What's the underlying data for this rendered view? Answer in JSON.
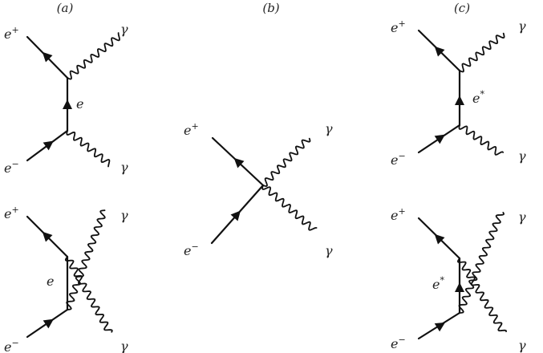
{
  "panels": [
    {
      "id": "a",
      "title": "(a)",
      "diagrams": [
        {
          "label_in_positron": "e",
          "label_in_positron_sup": "+",
          "label_in_electron": "e",
          "label_in_electron_sup": "−",
          "label_photon_top": "γ",
          "label_photon_bottom": "γ",
          "label_internal": "e",
          "label_internal_sup": ""
        },
        {
          "label_in_positron": "e",
          "label_in_positron_sup": "+",
          "label_in_electron": "e",
          "label_in_electron_sup": "−",
          "label_photon_top": "γ",
          "label_photon_bottom": "γ",
          "label_internal": "e",
          "label_internal_sup": ""
        }
      ]
    },
    {
      "id": "b",
      "title": "(b)",
      "diagrams": [
        {
          "label_in_positron": "e",
          "label_in_positron_sup": "+",
          "label_in_electron": "e",
          "label_in_electron_sup": "−",
          "label_photon_top": "γ",
          "label_photon_bottom": "γ"
        }
      ]
    },
    {
      "id": "c",
      "title": "(c)",
      "diagrams": [
        {
          "label_in_positron": "e",
          "label_in_positron_sup": "+",
          "label_in_electron": "e",
          "label_in_electron_sup": "−",
          "label_photon_top": "γ",
          "label_photon_bottom": "γ",
          "label_internal": "e",
          "label_internal_sup": "*"
        },
        {
          "label_in_positron": "e",
          "label_in_positron_sup": "+",
          "label_in_electron": "e",
          "label_in_electron_sup": "−",
          "label_photon_top": "γ",
          "label_photon_bottom": "γ",
          "label_internal": "e",
          "label_internal_sup": "*"
        }
      ]
    }
  ],
  "colors": {
    "line": "#111111",
    "text": "#222222",
    "background": "#ffffff"
  }
}
